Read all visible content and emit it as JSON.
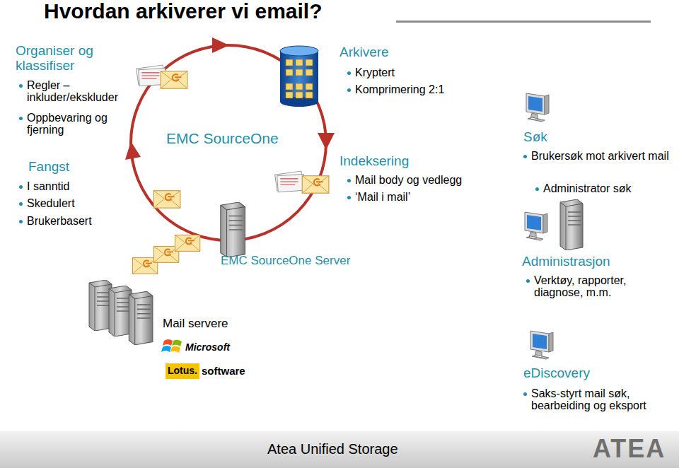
{
  "diagram": {
    "title": "Hvordan arkiverer vi email?",
    "nodes": [
      {
        "text": [
          "EMC SourceOne"
        ]
      },
      {
        "text": [
          "Atea Unified Storage",
          "ATEA"
        ]
      }
    ],
    "labels": [
      "Organiser og klassifiser",
      "Regler – inkluder/ekskluder",
      "Oppbevaring og fjerning",
      "Fangst",
      "I sanntid",
      "Skedulert",
      "Brukerbasert",
      "Arkivere",
      "Kryptert",
      "Komprimering 2:1",
      "Indeksering",
      "Mail body og vedlegg",
      "‘Mail i mail’",
      "EMC SourceOne Server",
      "Mail servere",
      "Microsoft",
      "Lotus.",
      "software",
      "Søk",
      "Brukersøk mot arkivert mail",
      "Administrator søk",
      "Administrasjon",
      "Verktøy, rapporter, diagnose, m.m.",
      "eDiscovery",
      "Saks-styrt mail søk, bearbeiding og eksport"
    ]
  }
}
